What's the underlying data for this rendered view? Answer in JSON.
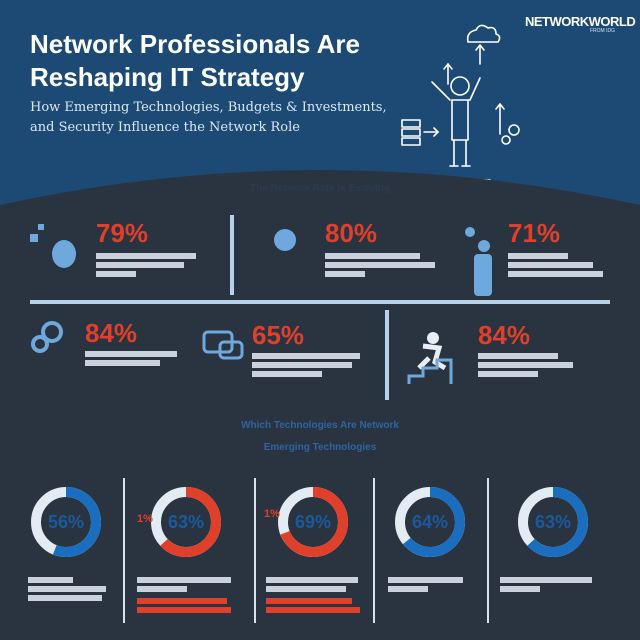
{
  "brand": {
    "name": "NETWORKWORLD",
    "sub": "FROM IDG"
  },
  "header": {
    "title": "Network Professionals Are Reshaping IT Strategy",
    "subtitle": "How Emerging Technologies, Budgets & Investments, and Security Influence the Network Role"
  },
  "section1": {
    "heading": "The Network Role Is Evolving",
    "stats": [
      {
        "value": "79%",
        "icon": "brain-icon"
      },
      {
        "value": "80%",
        "icon": "globe-icon"
      },
      {
        "value": "71%",
        "icon": "person-idea-icon"
      },
      {
        "value": "84%",
        "icon": "award-ribbon-icon"
      },
      {
        "value": "65%",
        "icon": "chat-bubbles-icon"
      },
      {
        "value": "84%",
        "icon": "climber-stairs-icon"
      }
    ]
  },
  "section2": {
    "heading_line1": "Which Technologies Are Network",
    "heading_line2": "Emerging Technologies",
    "donuts": [
      {
        "value": "56%",
        "fill": 0.56,
        "prefix": ""
      },
      {
        "value": "63%",
        "fill": 0.63,
        "prefix": "1%"
      },
      {
        "value": "69%",
        "fill": 0.69,
        "prefix": "1%"
      },
      {
        "value": "64%",
        "fill": 0.64,
        "prefix": ""
      },
      {
        "value": "63%",
        "fill": 0.63,
        "prefix": ""
      }
    ]
  },
  "colors": {
    "hero": "#1c4a75",
    "dark": "#2a3441",
    "accent": "#e0402a",
    "blue": "#1a6dbf",
    "light_blue": "#b7d3ec"
  }
}
